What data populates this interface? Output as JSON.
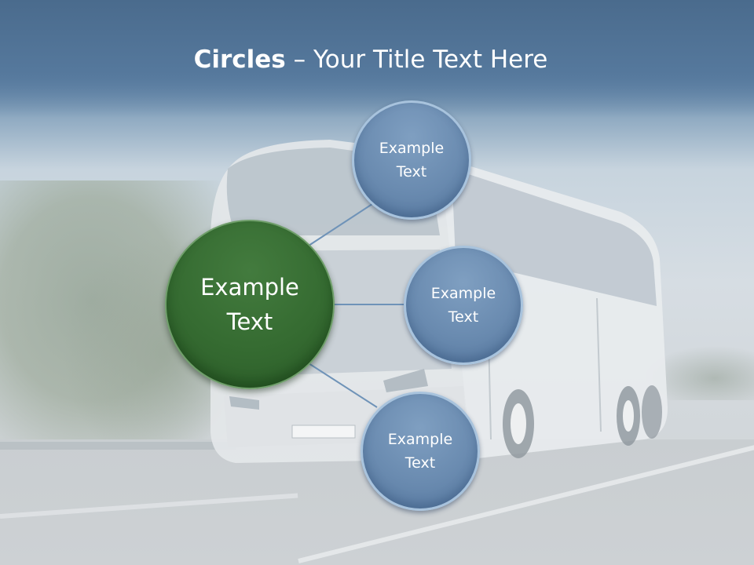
{
  "title": {
    "bold": "Circles",
    "rest": " – Your Title Text Here"
  },
  "diagram": {
    "center": {
      "label_line1": "Example",
      "label_line2": "Text",
      "color": "#356b31"
    },
    "satellites": [
      {
        "label_line1": "Example",
        "label_line2": "Text",
        "color": "#6a8bb0"
      },
      {
        "label_line1": "Example",
        "label_line2": "Text",
        "color": "#6a8bb0"
      },
      {
        "label_line1": "Example",
        "label_line2": "Text",
        "color": "#6a8bb0"
      }
    ],
    "connector_color": "#6f93b8"
  }
}
